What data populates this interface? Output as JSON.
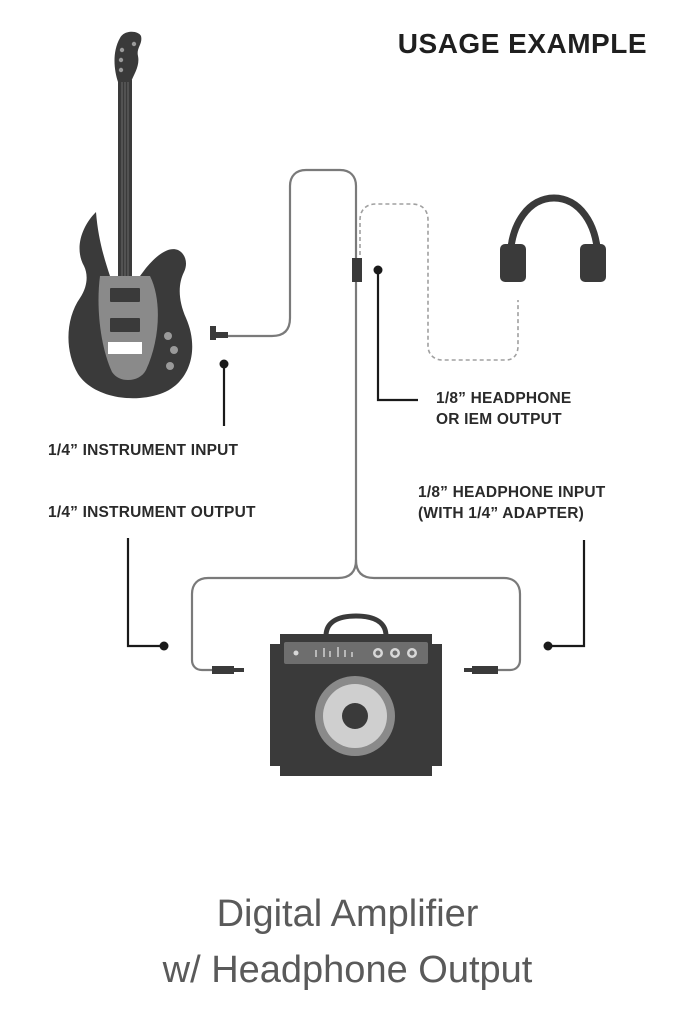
{
  "header": {
    "title": "USAGE EXAMPLE"
  },
  "labels": {
    "headphone_output": [
      "1/8” HEADPHONE",
      "OR IEM OUTPUT"
    ],
    "instrument_input": "1/4” INSTRUMENT INPUT",
    "instrument_output": "1/4” INSTRUMENT OUTPUT",
    "headphone_input": [
      "1/8” HEADPHONE INPUT",
      "(WITH 1/4” ADAPTER)"
    ]
  },
  "caption": {
    "line1": "Digital Amplifier",
    "line2": "w/ Headphone Output"
  },
  "colors": {
    "device": "#3a3a3a",
    "cable": "#7a7a7a",
    "pointer": "#1a1a1a",
    "accent": "#8a8a8a"
  },
  "icons": [
    "electric-guitar-icon",
    "headphones-icon",
    "amplifier-icon"
  ]
}
